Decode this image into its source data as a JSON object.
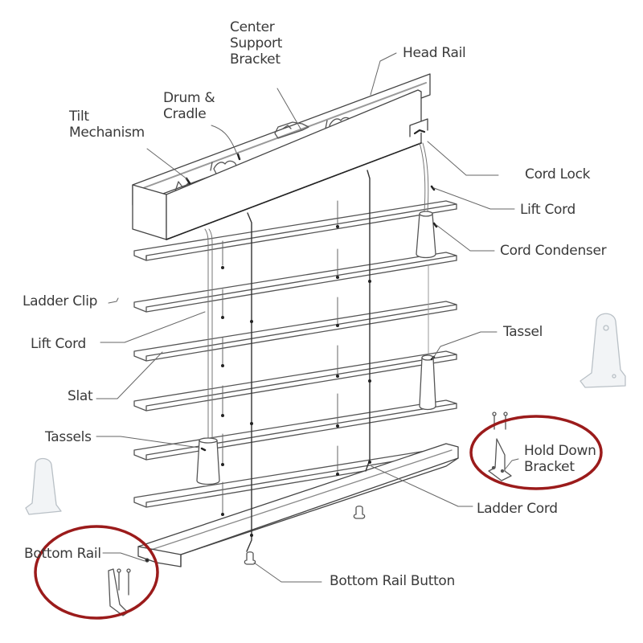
{
  "diagram": {
    "subject": "Window blind parts",
    "highlight_color": "#9b1b1b",
    "line_color": "#3a3a3a",
    "labels": {
      "center_support_bracket": "Center\nSupport\nBracket",
      "head_rail": "Head Rail",
      "drum_cradle": "Drum &\nCradle",
      "tilt_mechanism": "Tilt\nMechanism",
      "cord_lock": "Cord Lock",
      "lift_cord_right": "Lift Cord",
      "cord_condenser": "Cord Condenser",
      "ladder_clip": "Ladder Clip",
      "lift_cord_left": "Lift Cord",
      "slat": "Slat",
      "tassel": "Tassel",
      "tassels": "Tassels",
      "hold_down_bracket": "Hold Down\nBracket",
      "ladder_cord": "Ladder Cord",
      "bottom_rail": "Bottom Rail",
      "bottom_rail_button": "Bottom Rail Button"
    },
    "highlighted_parts": [
      "Hold Down Bracket",
      "Bottom Rail bracket & screws"
    ]
  }
}
